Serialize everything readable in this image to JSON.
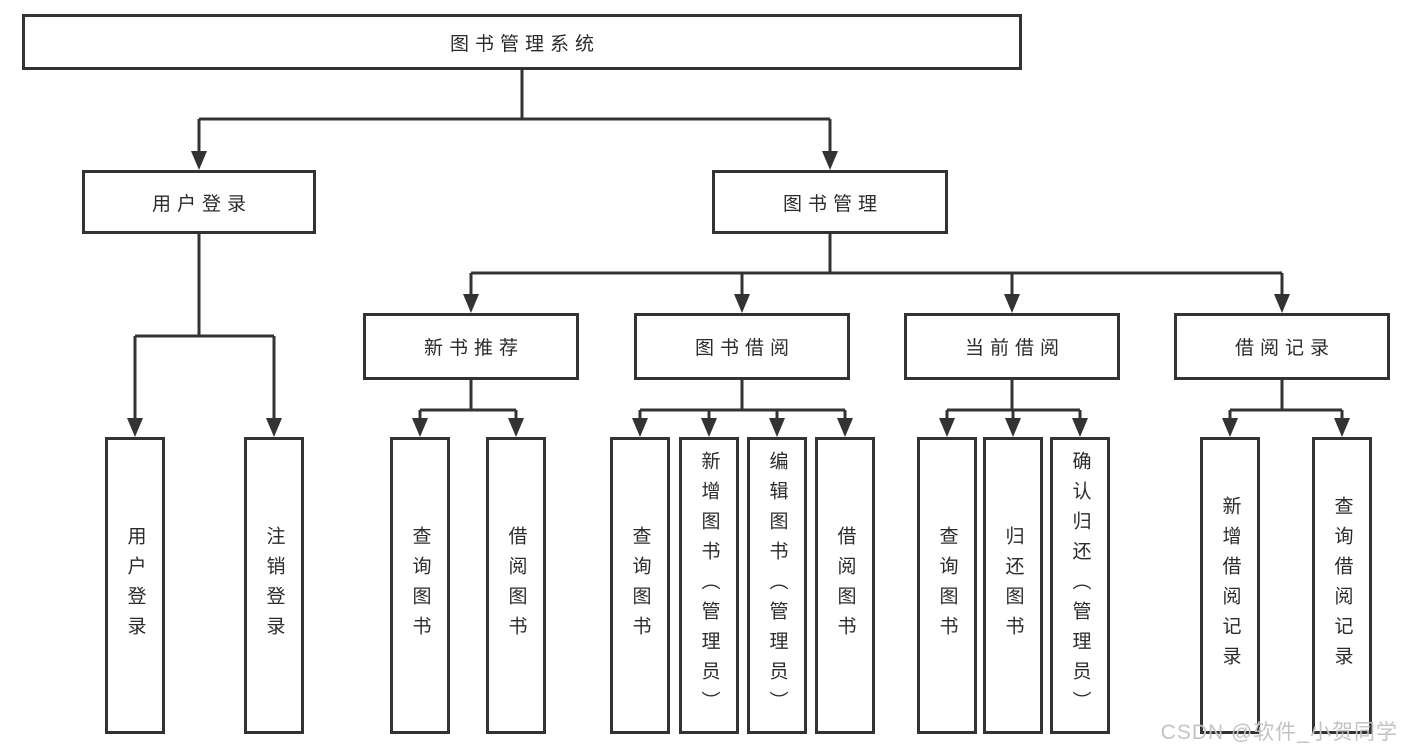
{
  "diagram": {
    "nodes": {
      "root": "图书管理系统",
      "user_login": "用户登录",
      "book_management": "图书管理",
      "new_book_recommend": "新书推荐",
      "book_borrow": "图书借阅",
      "current_borrow": "当前借阅",
      "borrow_records": "借阅记录",
      "user_login_leaf": "用户登录",
      "logout_leaf": "注销登录",
      "query_books_1": "查询图书",
      "borrow_books_1": "借阅图书",
      "query_books_2": "查询图书",
      "add_books_admin": "新增图书（管理员）",
      "edit_books_admin": "编辑图书（管理员）",
      "borrow_books_2": "借阅图书",
      "query_books_3": "查询图书",
      "return_books": "归还图书",
      "confirm_return_admin": "确认归还（管理员）",
      "add_borrow_record": "新增借阅记录",
      "query_borrow_record": "查询借阅记录"
    },
    "colors": {
      "line": "#333333",
      "box_border": "#333333",
      "text": "#2b2b2b",
      "background": "#ffffff",
      "watermark": "#c3c3c3"
    }
  },
  "watermark": "CSDN @软件_小贺同学"
}
